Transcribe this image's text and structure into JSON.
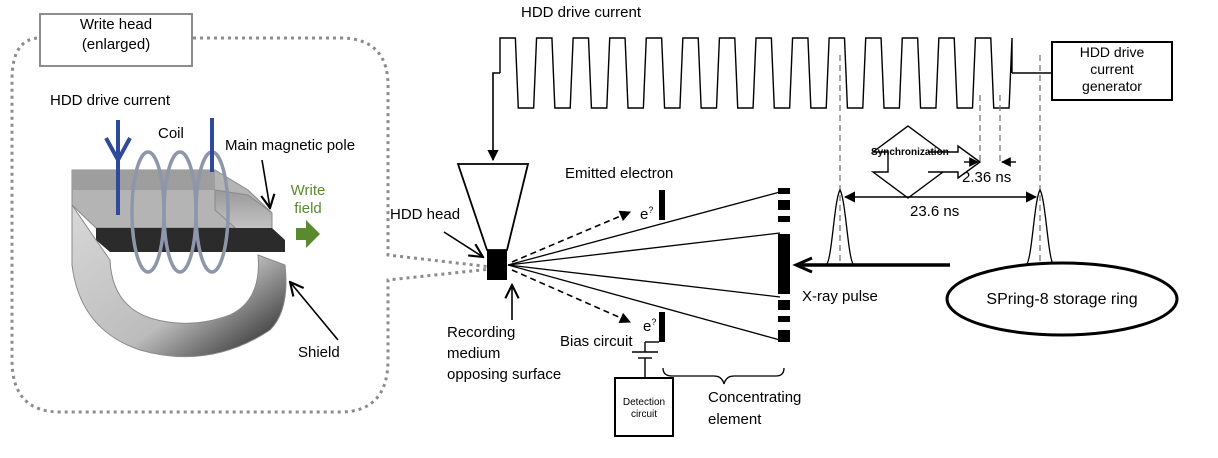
{
  "labels": {
    "write_head_title_line1": "Write head",
    "write_head_title_line2": "(enlarged)",
    "hdd_drive_current_left": "HDD drive current",
    "coil": "Coil",
    "main_magnetic_pole": "Main magnetic pole",
    "write_field_line1": "Write",
    "write_field_line2": "field",
    "shield": "Shield",
    "hdd_drive_current_top": "HDD drive current",
    "generator_line1": "HDD drive",
    "generator_line2": "current",
    "generator_line3": "generator",
    "synchronization": "Synchronization",
    "period_small": "2.36 ns",
    "period_large": "23.6 ns",
    "emitted_electron": "Emitted electron",
    "hdd_head": "HDD head",
    "electron_top": "e",
    "electron_top_sup": "?",
    "electron_bottom": "e",
    "electron_bottom_sup": "?",
    "xray_pulse": "X-ray pulse",
    "storage_ring": "SPring-8 storage ring",
    "recording_line1": "Recording",
    "recording_line2": "medium",
    "recording_line3": "opposing surface",
    "bias_circuit": "Bias circuit",
    "detection_line1": "Detection",
    "detection_line2": "circuit",
    "concentrating_line1": "Concentrating",
    "concentrating_line2": "element"
  },
  "colors": {
    "coil_wire": "#2e4a9a",
    "coil_loops": "#8e96aa",
    "write_field": "#5a8a2e",
    "pole_gray": "#a8a8a8",
    "dotted": "#8c8c8c"
  },
  "waveform": {
    "cycles": 14
  }
}
